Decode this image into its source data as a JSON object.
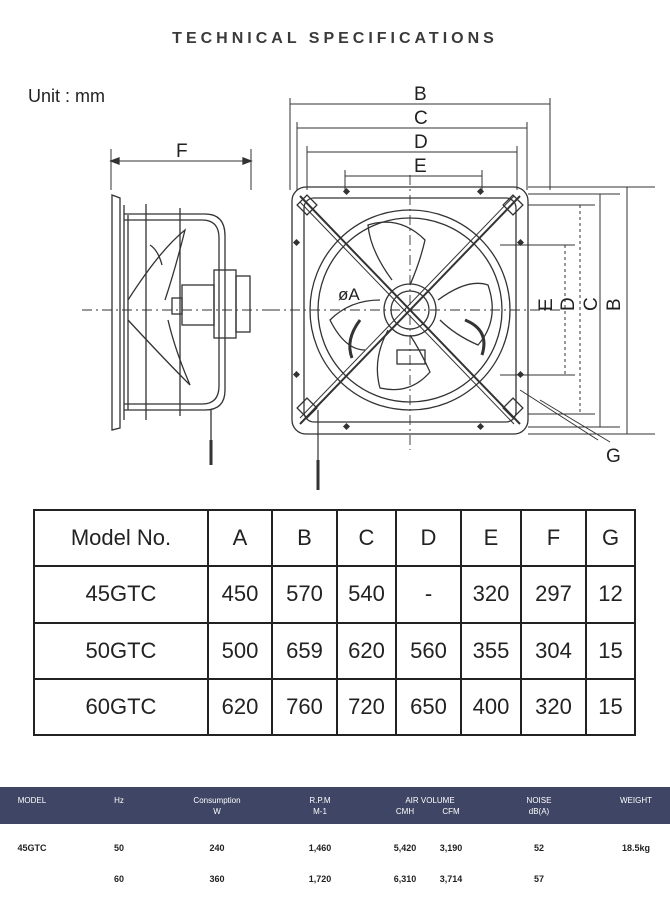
{
  "header": {
    "title": "TECHNICAL SPECIFICATIONS"
  },
  "drawing": {
    "unit": "Unit : mm",
    "side_label": "F",
    "top_labels": [
      "B",
      "C",
      "D",
      "E"
    ],
    "right_labels": [
      "E",
      "D",
      "C",
      "B"
    ],
    "dia_label": "øA",
    "g_label": "G"
  },
  "dimension_table": {
    "headers": [
      "Model No.",
      "A",
      "B",
      "C",
      "D",
      "E",
      "F",
      "G"
    ],
    "rows": [
      [
        "45GTC",
        "450",
        "570",
        "540",
        "-",
        "320",
        "297",
        "12"
      ],
      [
        "50GTC",
        "500",
        "659",
        "620",
        "560",
        "355",
        "304",
        "15"
      ],
      [
        "60GTC",
        "620",
        "760",
        "720",
        "650",
        "400",
        "320",
        "15"
      ]
    ]
  },
  "performance": {
    "headers": {
      "model": "MODEL",
      "hz": "Hz",
      "consumption": "Consumption",
      "consumption_unit": "W",
      "rpm": "R.P.M",
      "rpm_unit": "M-1",
      "air_volume": "AIR VOLUME",
      "cmh": "CMH",
      "cfm": "CFM",
      "noise": "NOISE",
      "noise_unit": "dB(A)",
      "weight": "WEIGHT"
    },
    "rows": [
      {
        "model": "45GTC",
        "hz": "50",
        "consumption": "240",
        "rpm": "1,460",
        "cmh": "5,420",
        "cfm": "3,190",
        "noise": "52",
        "weight": "18.5kg"
      },
      {
        "model": "",
        "hz": "60",
        "consumption": "360",
        "rpm": "1,720",
        "cmh": "6,310",
        "cfm": "3,714",
        "noise": "57",
        "weight": ""
      }
    ]
  },
  "colors": {
    "band": "#3f4564",
    "text": "#222222",
    "title": "#3a3a3a"
  }
}
